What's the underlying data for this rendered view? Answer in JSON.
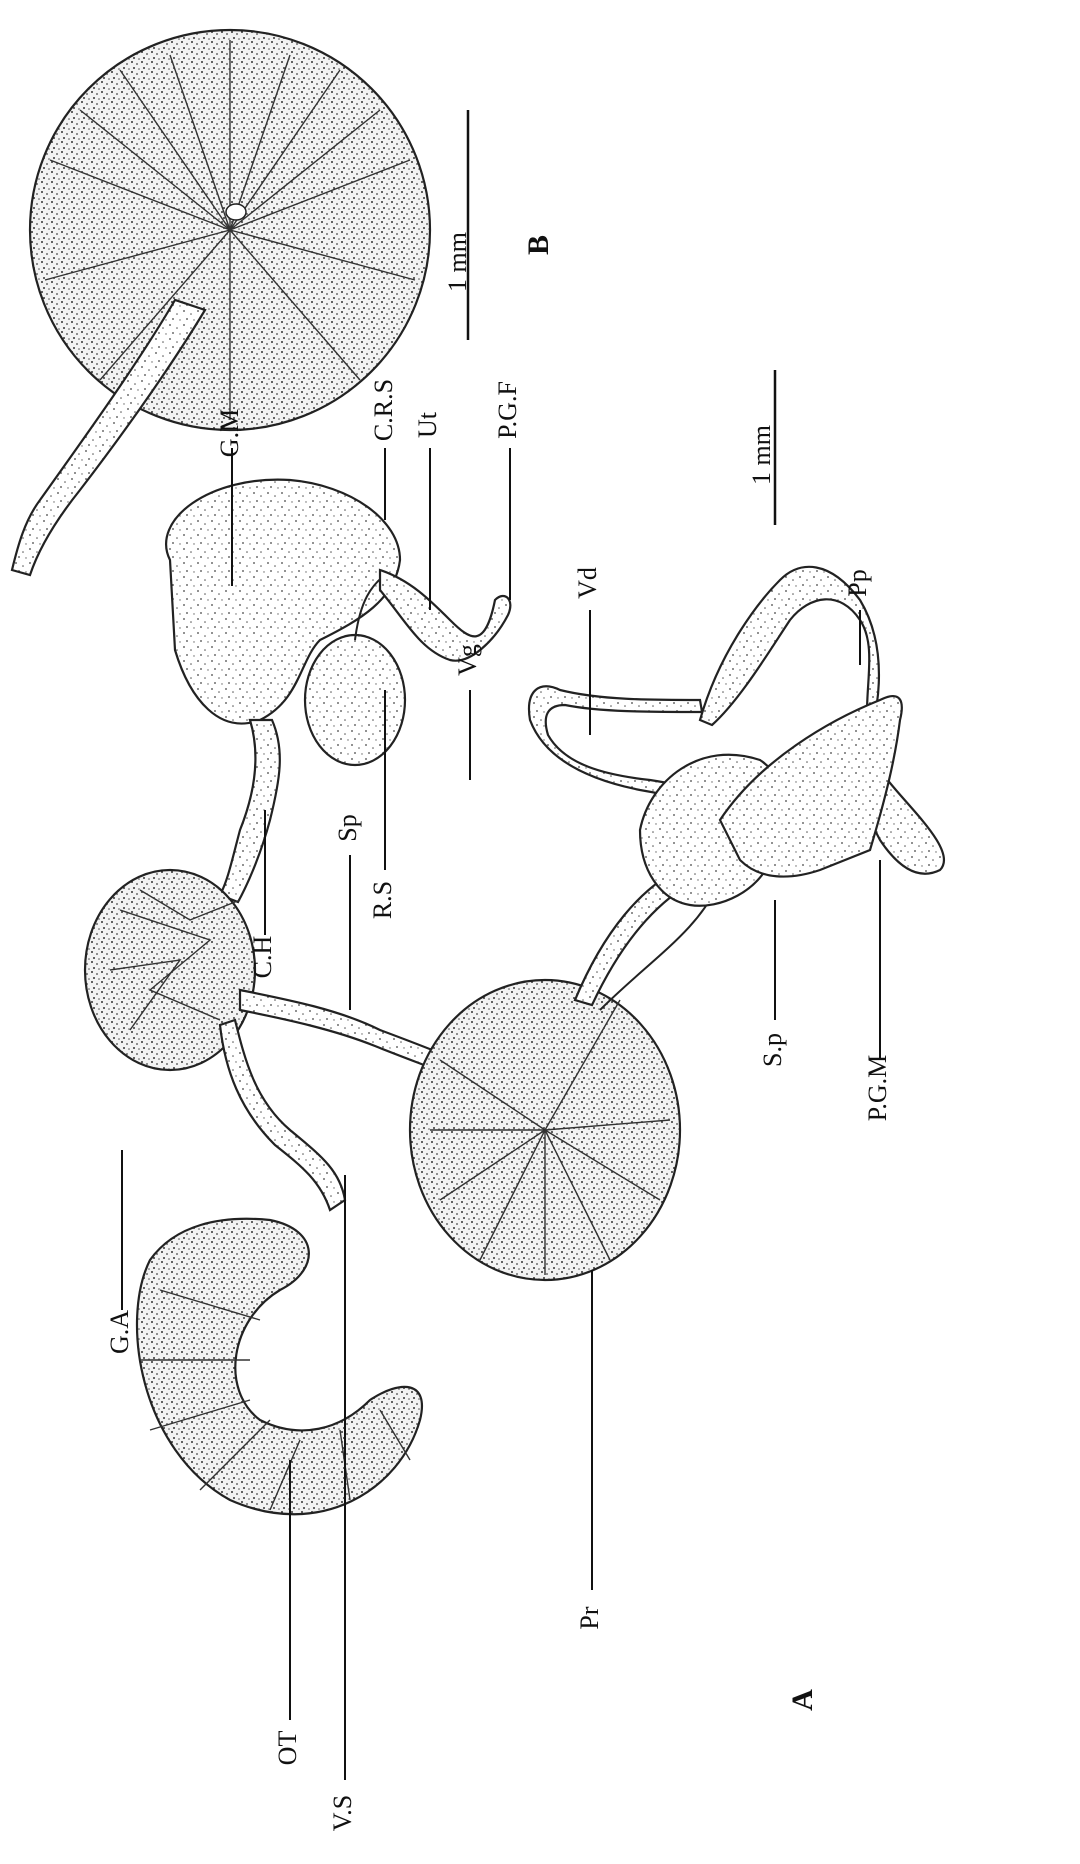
{
  "panels": {
    "a": "A",
    "b": "B"
  },
  "scale_bars": {
    "a": "1 mm",
    "b": "1 mm"
  },
  "labels": {
    "ga": "G.A",
    "gm": "G.M",
    "crs": "C.R.S",
    "ut": "Ut",
    "pgf": "P.G.F",
    "vd": "Vd",
    "pp": "Pp",
    "ch": "C.H",
    "sp": "Sp",
    "rs": "R.S",
    "vg": "Vg",
    "sp2": "S.p",
    "pgm": "P.G.M",
    "ot": "OT",
    "vs": "V.S",
    "pr": "Pr"
  }
}
